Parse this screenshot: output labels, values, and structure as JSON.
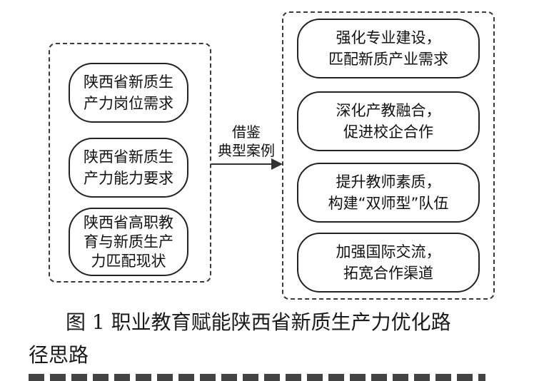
{
  "left": {
    "boxes": [
      {
        "line1": "陕西省新质生",
        "line2": "产力岗位需求"
      },
      {
        "line1": "陕西省新质生",
        "line2": "产力能力要求"
      },
      {
        "line1": "陕西省高职教",
        "line2": "育与新质生产",
        "line3": "力匹配现状"
      }
    ]
  },
  "arrow": {
    "line1": "借鉴",
    "line2": "典型案例"
  },
  "right": {
    "boxes": [
      {
        "line1": "强化专业建设，",
        "line2": "匹配新质产业需求"
      },
      {
        "line1": "深化产教融合，",
        "line2": "促进校企合作"
      },
      {
        "line1": "提升教师素质，",
        "line2": "构建“双师型”队伍"
      },
      {
        "line1": "加强国际交流，",
        "line2": "拓宽合作渠道"
      }
    ]
  },
  "caption": {
    "line1": "图 1 职业教育赋能陕西省新质生产力优化路",
    "line2": "径思路"
  }
}
